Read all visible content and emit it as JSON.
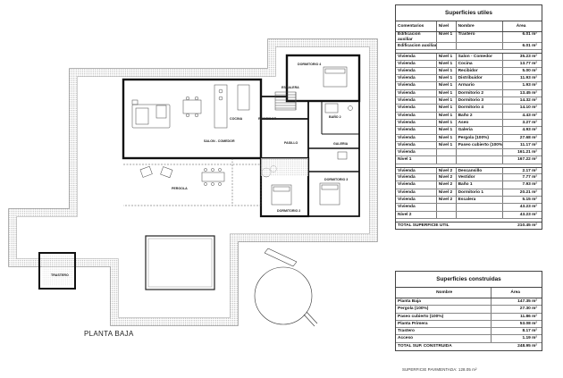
{
  "plan": {
    "title": "PLANTA BAJA",
    "rooms": {
      "dormitorio4": "DORMITORIO 4",
      "cocina": "COCINA",
      "recibidor": "RECIBIDOR",
      "escalera": "ESCALERA",
      "bano2": "BAÑO 2",
      "salon": "SALON - COMEDOR",
      "pasillo": "PASILLO",
      "galeria": "GALERIA",
      "dormitorio3": "DORMITORIO 3",
      "pergola": "PERGOLA",
      "dormitorio2": "DORMITORIO 2",
      "trastero": "TRASTERO"
    }
  },
  "utiles": {
    "title": "Superficies utiles",
    "headers": [
      "Comentarios",
      "Nivel",
      "Nombre",
      "Área"
    ],
    "rows": [
      {
        "c": "Edificacion auxiliar",
        "n": "Nivel 1",
        "name": "Trastero",
        "a": "6.01 m²",
        "tall": true
      },
      {
        "c": "Edificacion auxiliar",
        "n": "",
        "name": "",
        "a": "6.01 m²"
      },
      {
        "c": "Vivienda",
        "n": "Nivel 1",
        "name": "Salon - Comedor",
        "a": "35.23 m²"
      },
      {
        "c": "Vivienda",
        "n": "Nivel 1",
        "name": "Cocina",
        "a": "13.77 m²"
      },
      {
        "c": "Vivienda",
        "n": "Nivel 1",
        "name": "Recibidor",
        "a": "5.00 m²"
      },
      {
        "c": "Vivienda",
        "n": "Nivel 1",
        "name": "Distribuidor",
        "a": "11.93 m²"
      },
      {
        "c": "Vivienda",
        "n": "Nivel 1",
        "name": "Armario",
        "a": "1.93 m²"
      },
      {
        "c": "Vivienda",
        "n": "Nivel 1",
        "name": "Dormitorio 2",
        "a": "13.45 m²"
      },
      {
        "c": "Vivienda",
        "n": "Nivel 1",
        "name": "Dormitorio 3",
        "a": "14.32 m²"
      },
      {
        "c": "Vivienda",
        "n": "Nivel 1",
        "name": "Dormitorio 4",
        "a": "14.10 m²"
      },
      {
        "c": "Vivienda",
        "n": "Nivel 1",
        "name": "Baño 2",
        "a": "4.43 m²"
      },
      {
        "c": "Vivienda",
        "n": "Nivel 1",
        "name": "Aseo",
        "a": "3.27 m²"
      },
      {
        "c": "Vivienda",
        "n": "Nivel 1",
        "name": "Galeria",
        "a": "4.93 m²"
      },
      {
        "c": "Vivienda",
        "n": "Nivel 1",
        "name": "Pergola (100%)",
        "a": "27.68 m²"
      },
      {
        "c": "Vivienda",
        "n": "Nivel 1",
        "name": "Paseo cubierto (100%)",
        "a": "11.17 m²"
      },
      {
        "c": "Vivienda",
        "n": "",
        "name": "",
        "a": "161.21 m²"
      },
      {
        "c": "Nivel 1",
        "n": "",
        "name": "",
        "a": "167.22 m²"
      },
      {
        "c": "Vivienda",
        "n": "Nivel 2",
        "name": "Descansillo",
        "a": "2.17 m²"
      },
      {
        "c": "Vivienda",
        "n": "Nivel 2",
        "name": "Vestidor",
        "a": "7.77 m²"
      },
      {
        "c": "Vivienda",
        "n": "Nivel 2",
        "name": "Baño 1",
        "a": "7.93 m²"
      },
      {
        "c": "Vivienda",
        "n": "Nivel 2",
        "name": "Dormitorio 1",
        "a": "20.21 m²"
      },
      {
        "c": "Vivienda",
        "n": "Nivel 2",
        "name": "Escalera",
        "a": "5.15 m²"
      },
      {
        "c": "Vivienda",
        "n": "",
        "name": "",
        "a": "43.23 m²"
      },
      {
        "c": "Nivel 2",
        "n": "",
        "name": "",
        "a": "43.23 m²"
      }
    ],
    "total": {
      "label": "TOTAL SUPERFICIE UTIL",
      "a": "210.45 m²"
    }
  },
  "construidas": {
    "title": "Superficies construidas",
    "headers": [
      "Nombre",
      "Área"
    ],
    "rows": [
      {
        "name": "Planta Baja",
        "a": "147.35 m²"
      },
      {
        "name": "Pergola (100%)",
        "a": "27.30 m²"
      },
      {
        "name": "Paseo cubierto (100%)",
        "a": "11.86 m²"
      },
      {
        "name": "Planta Primera",
        "a": "53.08 m²"
      },
      {
        "name": "Trastero",
        "a": "8.17 m²"
      },
      {
        "name": "Acceso",
        "a": "1.19 m²"
      }
    ],
    "total": {
      "label": "TOTAL SUP. CONSTRUIDA",
      "a": "248.95 m²"
    }
  },
  "footnote": "SUPERFICIE PAVIMENTADA: 128.05 m²"
}
